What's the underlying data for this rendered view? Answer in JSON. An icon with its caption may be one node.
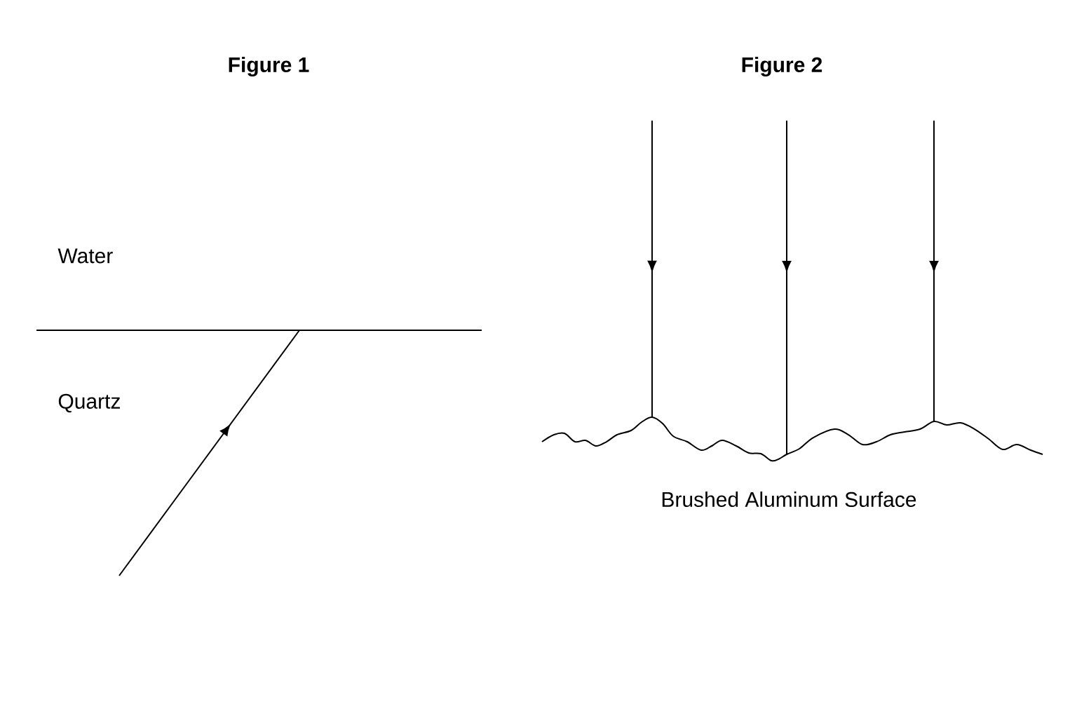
{
  "diagram": {
    "labels": [
      "Figure 1",
      "Figure 2",
      "Water",
      "Quartz",
      "Brushed Aluminum Surface"
    ]
  }
}
